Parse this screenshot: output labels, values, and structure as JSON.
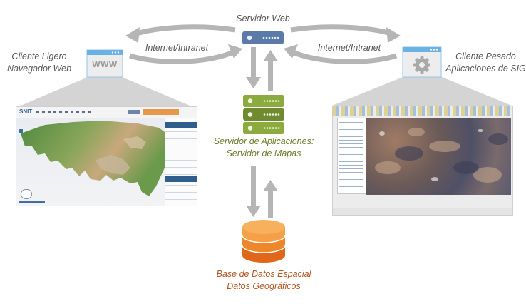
{
  "server_web": {
    "label": "Servidor Web"
  },
  "link_left": {
    "label": "Internet/Intranet"
  },
  "link_right": {
    "label": "Internet/Intranet"
  },
  "client_light": {
    "line1": "Cliente Ligero",
    "line2": "Navegador Web",
    "icon_text": "WWW"
  },
  "client_heavy": {
    "line1": "Cliente Pesado",
    "line2": "Aplicaciones de SIG",
    "icon": "gear-icon"
  },
  "app_server": {
    "line1": "Servidor de Aplicaciones:",
    "line2": "Servidor de Mapas"
  },
  "database": {
    "line1": "Base de Datos Espacial",
    "line2": "Datos Geográficos"
  },
  "web_screenshot": {
    "logo": "SNIT"
  },
  "colors": {
    "arrow": "#b5b5b5",
    "server_blue": "#5b7aa9",
    "app_green": "#8bab3e",
    "db_orange": "#f0862a",
    "window_blue": "#6ab2e4",
    "label_green": "#6b7a2a",
    "label_orange": "#b3541e"
  }
}
